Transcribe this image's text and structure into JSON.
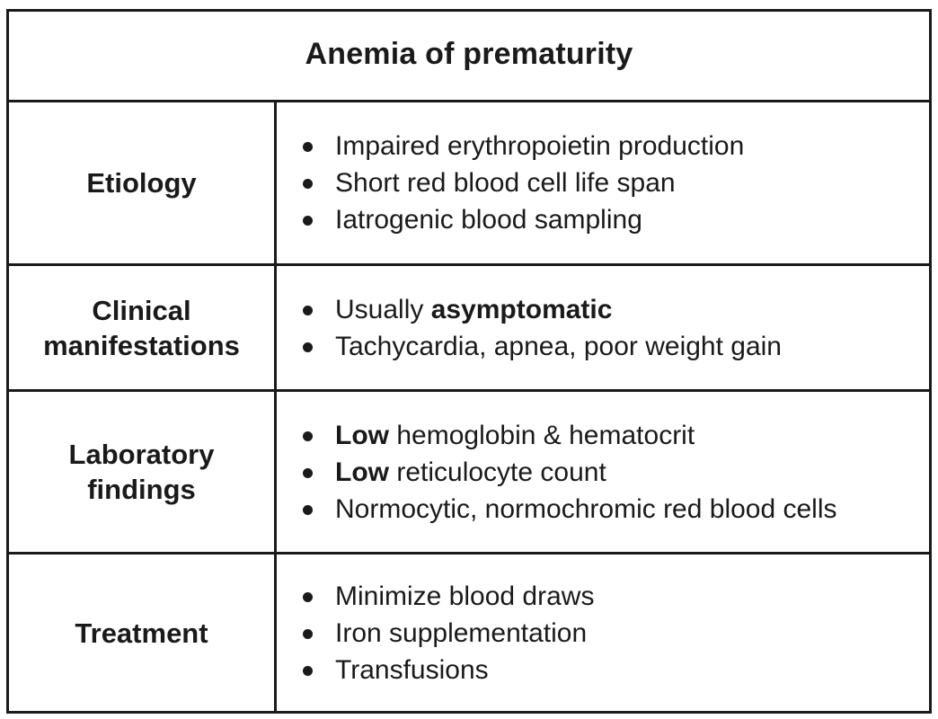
{
  "title": "Anemia of prematurity",
  "rows": [
    {
      "label_lines": [
        "Etiology"
      ],
      "items": [
        {
          "bold": "",
          "text": "Impaired erythropoietin production"
        },
        {
          "bold": "",
          "text": "Short red blood cell life span"
        },
        {
          "bold": "",
          "text": "Iatrogenic blood sampling"
        }
      ]
    },
    {
      "label_lines": [
        "Clinical",
        "manifestations"
      ],
      "items": [
        {
          "text": "Usually ",
          "bold_after": "asymptomatic"
        },
        {
          "bold": "",
          "text": "Tachycardia, apnea, poor weight gain"
        }
      ]
    },
    {
      "label_lines": [
        "Laboratory",
        "findings"
      ],
      "items": [
        {
          "bold": "Low",
          "text": " hemoglobin & hematocrit"
        },
        {
          "bold": "Low",
          "text": " reticulocyte count"
        },
        {
          "bold": "",
          "text": "Normocytic, normochromic red blood cells"
        }
      ]
    },
    {
      "label_lines": [
        "Treatment"
      ],
      "items": [
        {
          "bold": "",
          "text": "Minimize blood draws"
        },
        {
          "bold": "",
          "text": "Iron supplementation"
        },
        {
          "bold": "",
          "text": "Transfusions"
        }
      ]
    }
  ]
}
